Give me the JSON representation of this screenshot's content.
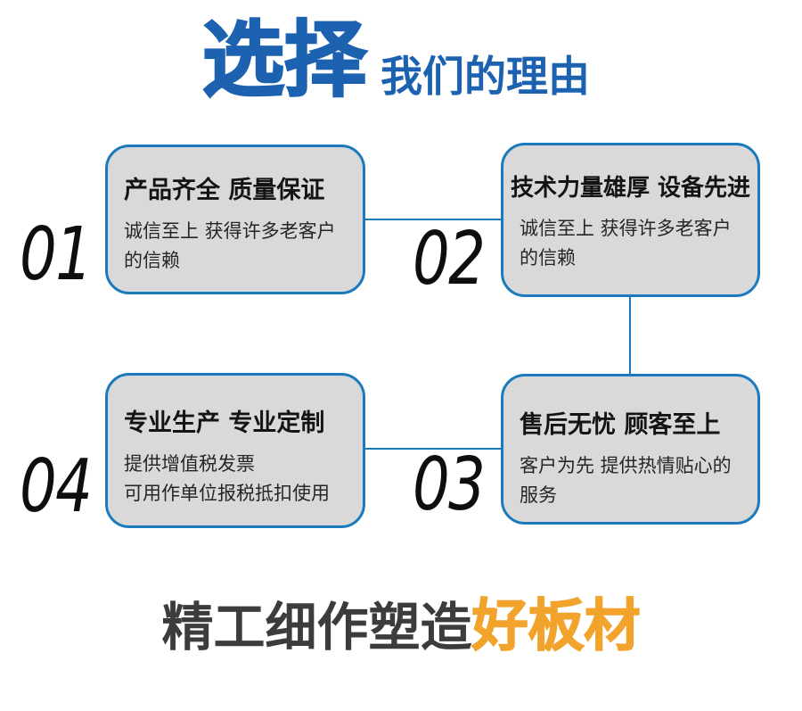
{
  "header": {
    "title_main": "选择",
    "title_sub": "我们的理由"
  },
  "reasons": [
    {
      "number": "01",
      "title": "产品齐全 质量保证",
      "desc": "诚信至上 获得许多老客户\n的信赖"
    },
    {
      "number": "02",
      "title": "技术力量雄厚 设备先进",
      "desc": "诚信至上 获得许多老客户\n的信赖"
    },
    {
      "number": "03",
      "title": "售后无忧 顾客至上",
      "desc": "客户为先 提供热情贴心的\n服务"
    },
    {
      "number": "04",
      "title": "专业生产 专业定制",
      "desc": "提供增值税发票\n可用作单位报税抵扣使用"
    }
  ],
  "tagline": {
    "prefix": "精工细作塑造",
    "highlight": "好板材"
  },
  "colors": {
    "title_blue": "#1d62b0",
    "connector_and_border_blue": "#1b79be",
    "card_fill_grey": "#d9d9d9",
    "highlight_orange": "#f2a32c",
    "tagline_dark_grey": "#3c3c3c"
  }
}
